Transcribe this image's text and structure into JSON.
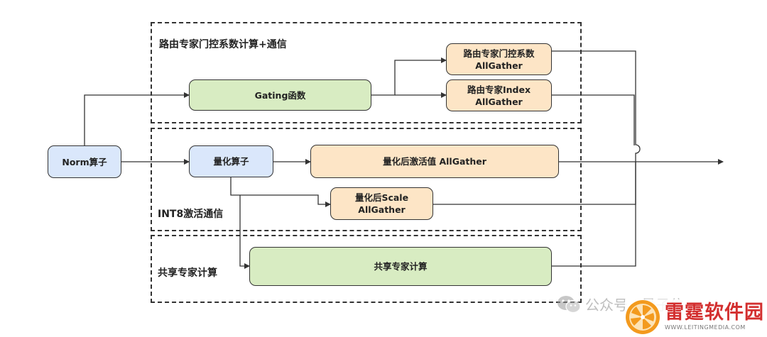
{
  "regions": {
    "routing": "路由专家门控系数计算+通信",
    "int8": "INT8激活通信",
    "shared": "共享专家计算"
  },
  "nodes": {
    "norm": "Norm算子",
    "gating": "Gating函数",
    "gate_coef_line1": "路由专家门控系数",
    "gate_coef_line2": "AllGather",
    "route_index_line1": "路由专家Index",
    "route_index_line2": "AllGather",
    "quant": "量化算子",
    "quant_act": "量化后激活值 AllGather",
    "quant_scale_line1": "量化后Scale",
    "quant_scale_line2": "AllGather",
    "shared_compute": "共享专家计算"
  },
  "watermark": {
    "wechat_text": "公众号 · 量子位",
    "brand_name": "雷霆软件园",
    "brand_url": "WWW.LEITINGMEDIA.COM"
  },
  "colors": {
    "blue_node": "#dae7fb",
    "green_node": "#d8ecc2",
    "orange_node": "#fde5c6",
    "brand_red": "#d32f2f",
    "logo_orange": "#f39a1e"
  }
}
